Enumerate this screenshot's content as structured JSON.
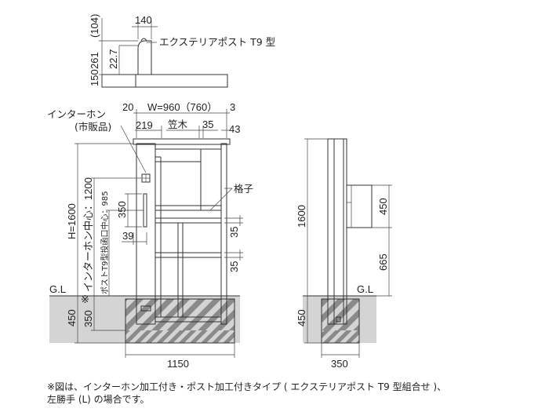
{
  "colors": {
    "ground": "#d4d4d4",
    "line": "#333333",
    "hatch": "#8a8a8a"
  },
  "top_view": {
    "dim_top": "140",
    "dim_left": [
      "(104)",
      "261",
      "150"
    ],
    "dim_inner": "22.7",
    "product_label": "エクステリアポスト T9 型"
  },
  "front_view": {
    "intercom_label": "インターホン",
    "intercom_note": "(市販品)",
    "width_label": "W=960（760）",
    "dim_20": "20",
    "dim_3": "3",
    "dim_219": "219",
    "kasagi_label": "笠木",
    "dim_35_top": "35",
    "dim_43": "43",
    "koshi_label": "格子",
    "height_label": "H=1600",
    "intercom_center": "インターホン中心：1200",
    "post_slot_center": "ポストT9型投函口中心：985",
    "dim_350_side": "350",
    "dim_39": "39",
    "dim_35_a": "35",
    "dim_35_b": "35",
    "gl_label": "G.L",
    "asterisk": "※",
    "dim_450": "450",
    "dim_350_base": "350",
    "dim_1150": "1150"
  },
  "side_view": {
    "height_label": "1600",
    "dim_450_box": "450",
    "dim_665": "665",
    "gl_label": "G.L",
    "dim_450": "450",
    "dim_350": "350"
  },
  "footnote": {
    "line1": "※図は、インターホン加工付き・ポスト加工付きタイプ ( エクステリアポスト T9 型組合せ )、",
    "line2": "左勝手 (L) の場合です。"
  }
}
